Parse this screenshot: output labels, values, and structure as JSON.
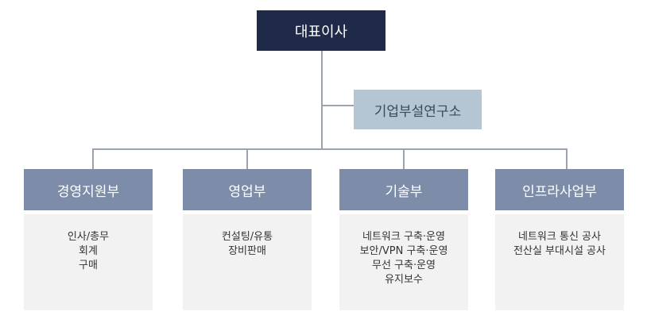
{
  "ceo": {
    "label": "대표이사"
  },
  "lab": {
    "label": "기업부설연구소"
  },
  "departments": [
    {
      "name": "경영지원부",
      "duties": [
        "인사/총무",
        "회계",
        "구매"
      ]
    },
    {
      "name": "영업부",
      "duties": [
        "컨설팅/유통",
        "장비판매"
      ]
    },
    {
      "name": "기술부",
      "duties": [
        "네트워크 구축·운영",
        "보안/VPN 구축·운영",
        "무선 구축·운영",
        "유지보수"
      ]
    },
    {
      "name": "인프라사업부",
      "duties": [
        "네트워크 통신 공사",
        "전산실 부대시설 공사"
      ]
    }
  ],
  "colors": {
    "ceo": "#1e2a47",
    "lab": "#b4c6d4",
    "department": "#7d8da9",
    "duties": "#f2f2f2",
    "connector": "#9aa3ae"
  }
}
